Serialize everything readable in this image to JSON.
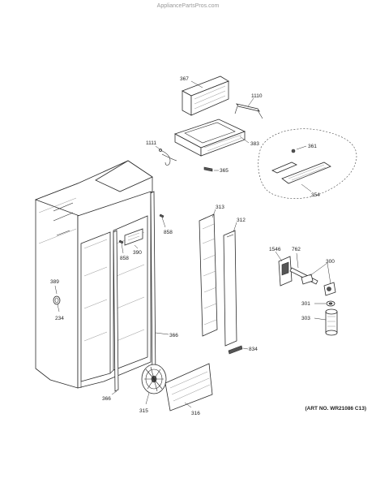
{
  "watermark": "AppliancePartsPros.com",
  "art_number": "(ART NO. WR21086 C13)",
  "callouts": {
    "c367": "367",
    "c1110": "1110",
    "c1111": "1111",
    "c383": "383",
    "c365": "365",
    "c361": "361",
    "c354": "354",
    "c313": "313",
    "c312": "312",
    "c858a": "858",
    "c858b": "858",
    "c390": "390",
    "c389": "389",
    "c234": "234",
    "c366a": "366",
    "c366b": "366",
    "c315": "315",
    "c316": "316",
    "c834": "834",
    "c1546": "1546",
    "c762": "762",
    "c300": "300",
    "c301": "301",
    "c303": "303"
  }
}
